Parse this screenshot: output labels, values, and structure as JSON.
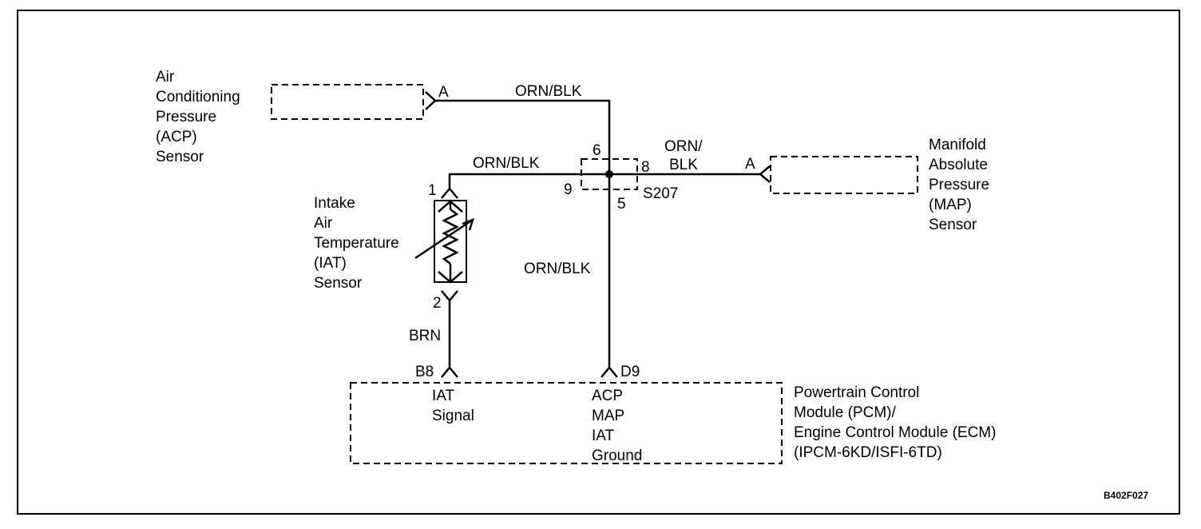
{
  "components": {
    "acp_sensor": {
      "lines": [
        "Air",
        "Conditioning",
        "Pressure",
        "(ACP)",
        "Sensor"
      ]
    },
    "iat_sensor": {
      "lines": [
        "Intake",
        "Air",
        "Temperature",
        "(IAT)",
        "Sensor"
      ]
    },
    "map_sensor": {
      "lines": [
        "Manifold",
        "Absolute",
        "Pressure",
        "(MAP)",
        "Sensor"
      ]
    },
    "pcm": {
      "lines": [
        "Powertrain Control",
        "Module (PCM)/",
        "Engine Control Module (ECM)",
        "(IPCM-6KD/ISFI-6TD)"
      ]
    }
  },
  "pins": {
    "acp_a": "A",
    "map_a": "A",
    "iat_1": "1",
    "iat_2": "2",
    "pcm_b8": "B8",
    "pcm_d9": "D9",
    "splice_6": "6",
    "splice_8": "8",
    "splice_9": "9",
    "splice_5": "5"
  },
  "splice_label": "S207",
  "wires": {
    "acp_wire": "ORN/BLK",
    "iat_wire": "ORN/BLK",
    "map_wire_line1": "ORN/",
    "map_wire_line2": "BLK",
    "ground_wire": "ORN/BLK",
    "brn_wire": "BRN"
  },
  "pcm_terminals": {
    "b8": [
      "IAT",
      "Signal"
    ],
    "d9": [
      "ACP",
      "MAP",
      "IAT",
      "Ground"
    ]
  },
  "figure_code": "B402F027"
}
